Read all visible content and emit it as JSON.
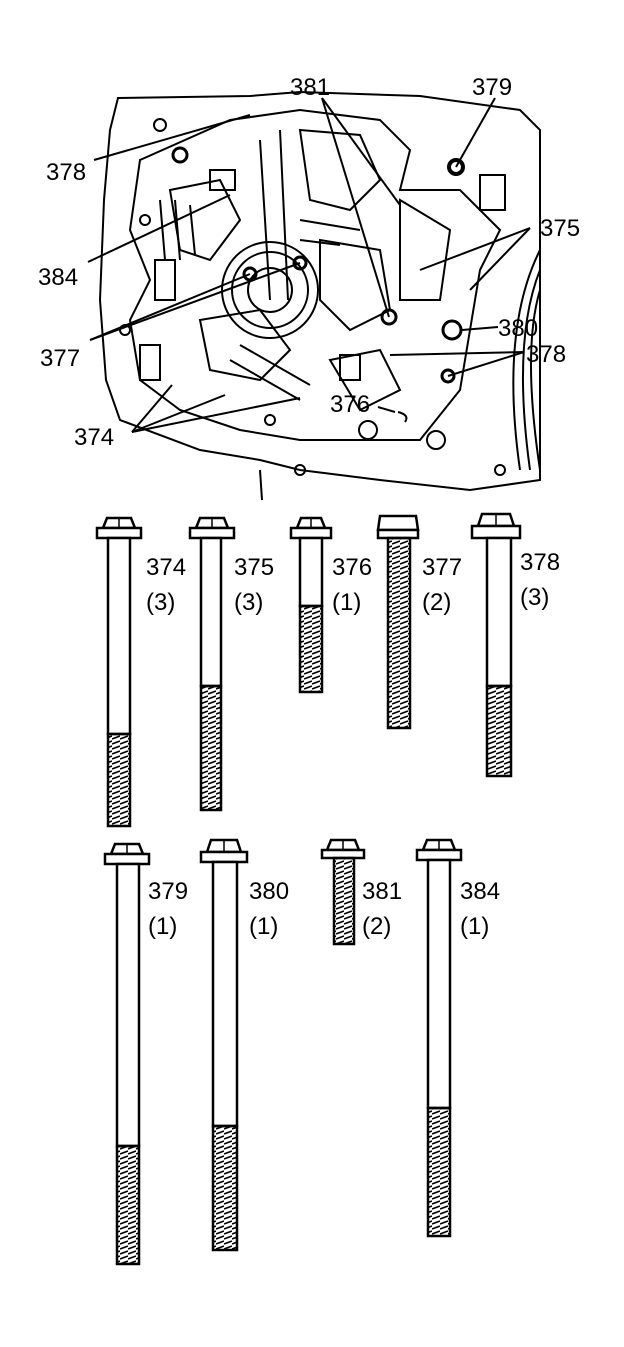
{
  "assembly_callouts": {
    "c378_top": "378",
    "c381": "381",
    "c379": "379",
    "c375": "375",
    "c384": "384",
    "c377": "377",
    "c380": "380",
    "c378_right": "378",
    "c376": "376",
    "c374": "374"
  },
  "bolts": [
    {
      "number": "374",
      "qty": "(3)"
    },
    {
      "number": "375",
      "qty": "(3)"
    },
    {
      "number": "376",
      "qty": "(1)"
    },
    {
      "number": "377",
      "qty": "(2)"
    },
    {
      "number": "378",
      "qty": "(3)"
    },
    {
      "number": "379",
      "qty": "(1)"
    },
    {
      "number": "380",
      "qty": "(1)"
    },
    {
      "number": "381",
      "qty": "(2)"
    },
    {
      "number": "384",
      "qty": "(1)"
    }
  ]
}
